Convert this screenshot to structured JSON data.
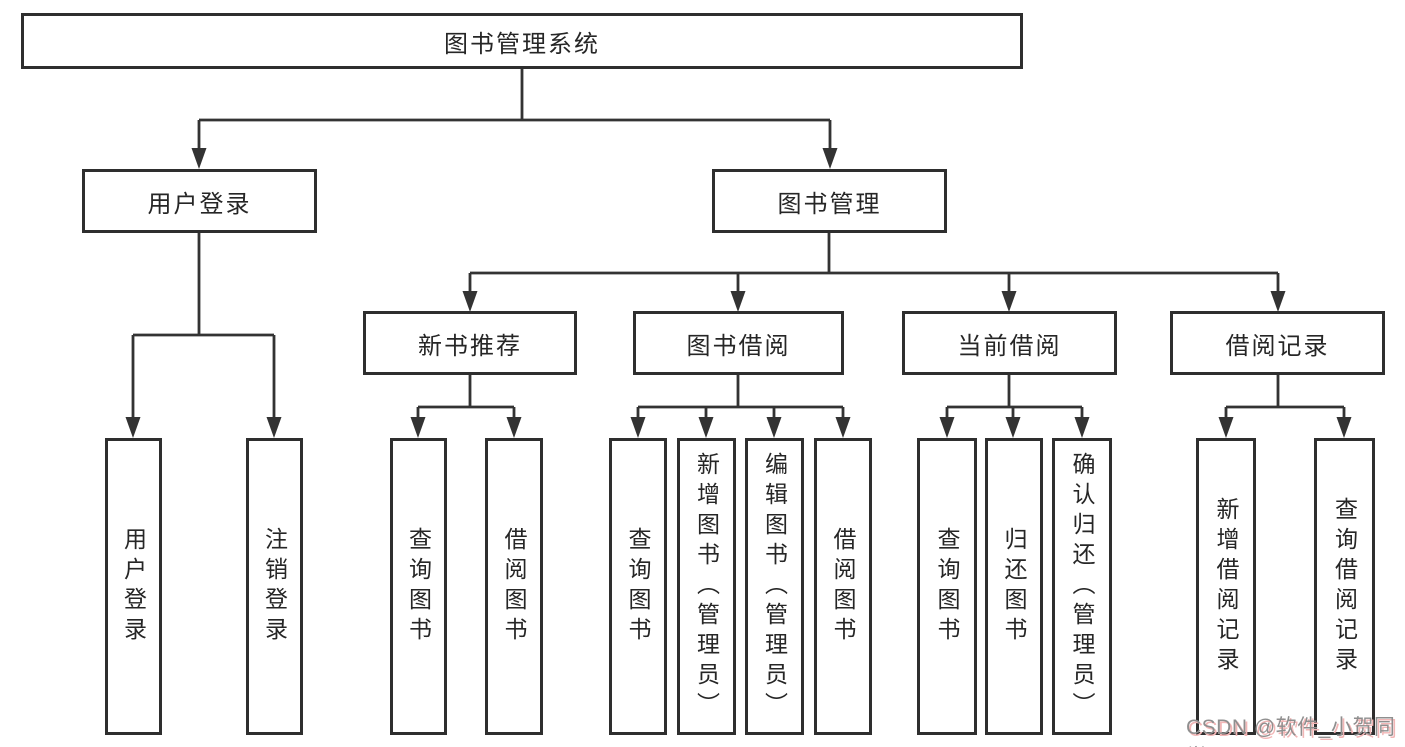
{
  "nodes": {
    "root": "图书管理系统",
    "user_login": "用户登录",
    "book_mgmt": "图书管理",
    "new_book_rec": "新书推荐",
    "book_borrow": "图书借阅",
    "current_borrow": "当前借阅",
    "borrow_records": "借阅记录",
    "leaf_user_login": "用户登录",
    "leaf_logout": "注销登录",
    "leaf_nbr_query": "查询图书",
    "leaf_nbr_borrow": "借阅图书",
    "leaf_bb_query": "查询图书",
    "leaf_bb_add": "新增图书（管理员）",
    "leaf_bb_edit": "编辑图书（管理员）",
    "leaf_bb_borrow": "借阅图书",
    "leaf_cb_query": "查询图书",
    "leaf_cb_return": "归还图书",
    "leaf_cb_confirm": "确认归还（管理员）",
    "leaf_br_add": "新增借阅记录",
    "leaf_br_query": "查询借阅记录"
  },
  "hierarchy": {
    "root": "图书管理系统",
    "children": [
      {
        "label": "用户登录",
        "children": [
          "用户登录",
          "注销登录"
        ]
      },
      {
        "label": "图书管理",
        "children": [
          {
            "label": "新书推荐",
            "children": [
              "查询图书",
              "借阅图书"
            ]
          },
          {
            "label": "图书借阅",
            "children": [
              "查询图书",
              "新增图书（管理员）",
              "编辑图书（管理员）",
              "借阅图书"
            ]
          },
          {
            "label": "当前借阅",
            "children": [
              "查询图书",
              "归还图书",
              "确认归还（管理员）"
            ]
          },
          {
            "label": "借阅记录",
            "children": [
              "新增借阅记录",
              "查询借阅记录"
            ]
          }
        ]
      }
    ]
  },
  "watermark": "CSDN @软件_小贺同学",
  "colors": {
    "line": "#333333",
    "box_border": "#2e2e2e",
    "text": "#262626",
    "background": "#ffffff",
    "watermark_text": "#8f8f8f",
    "watermark_shadow": "#f2b6b6"
  }
}
